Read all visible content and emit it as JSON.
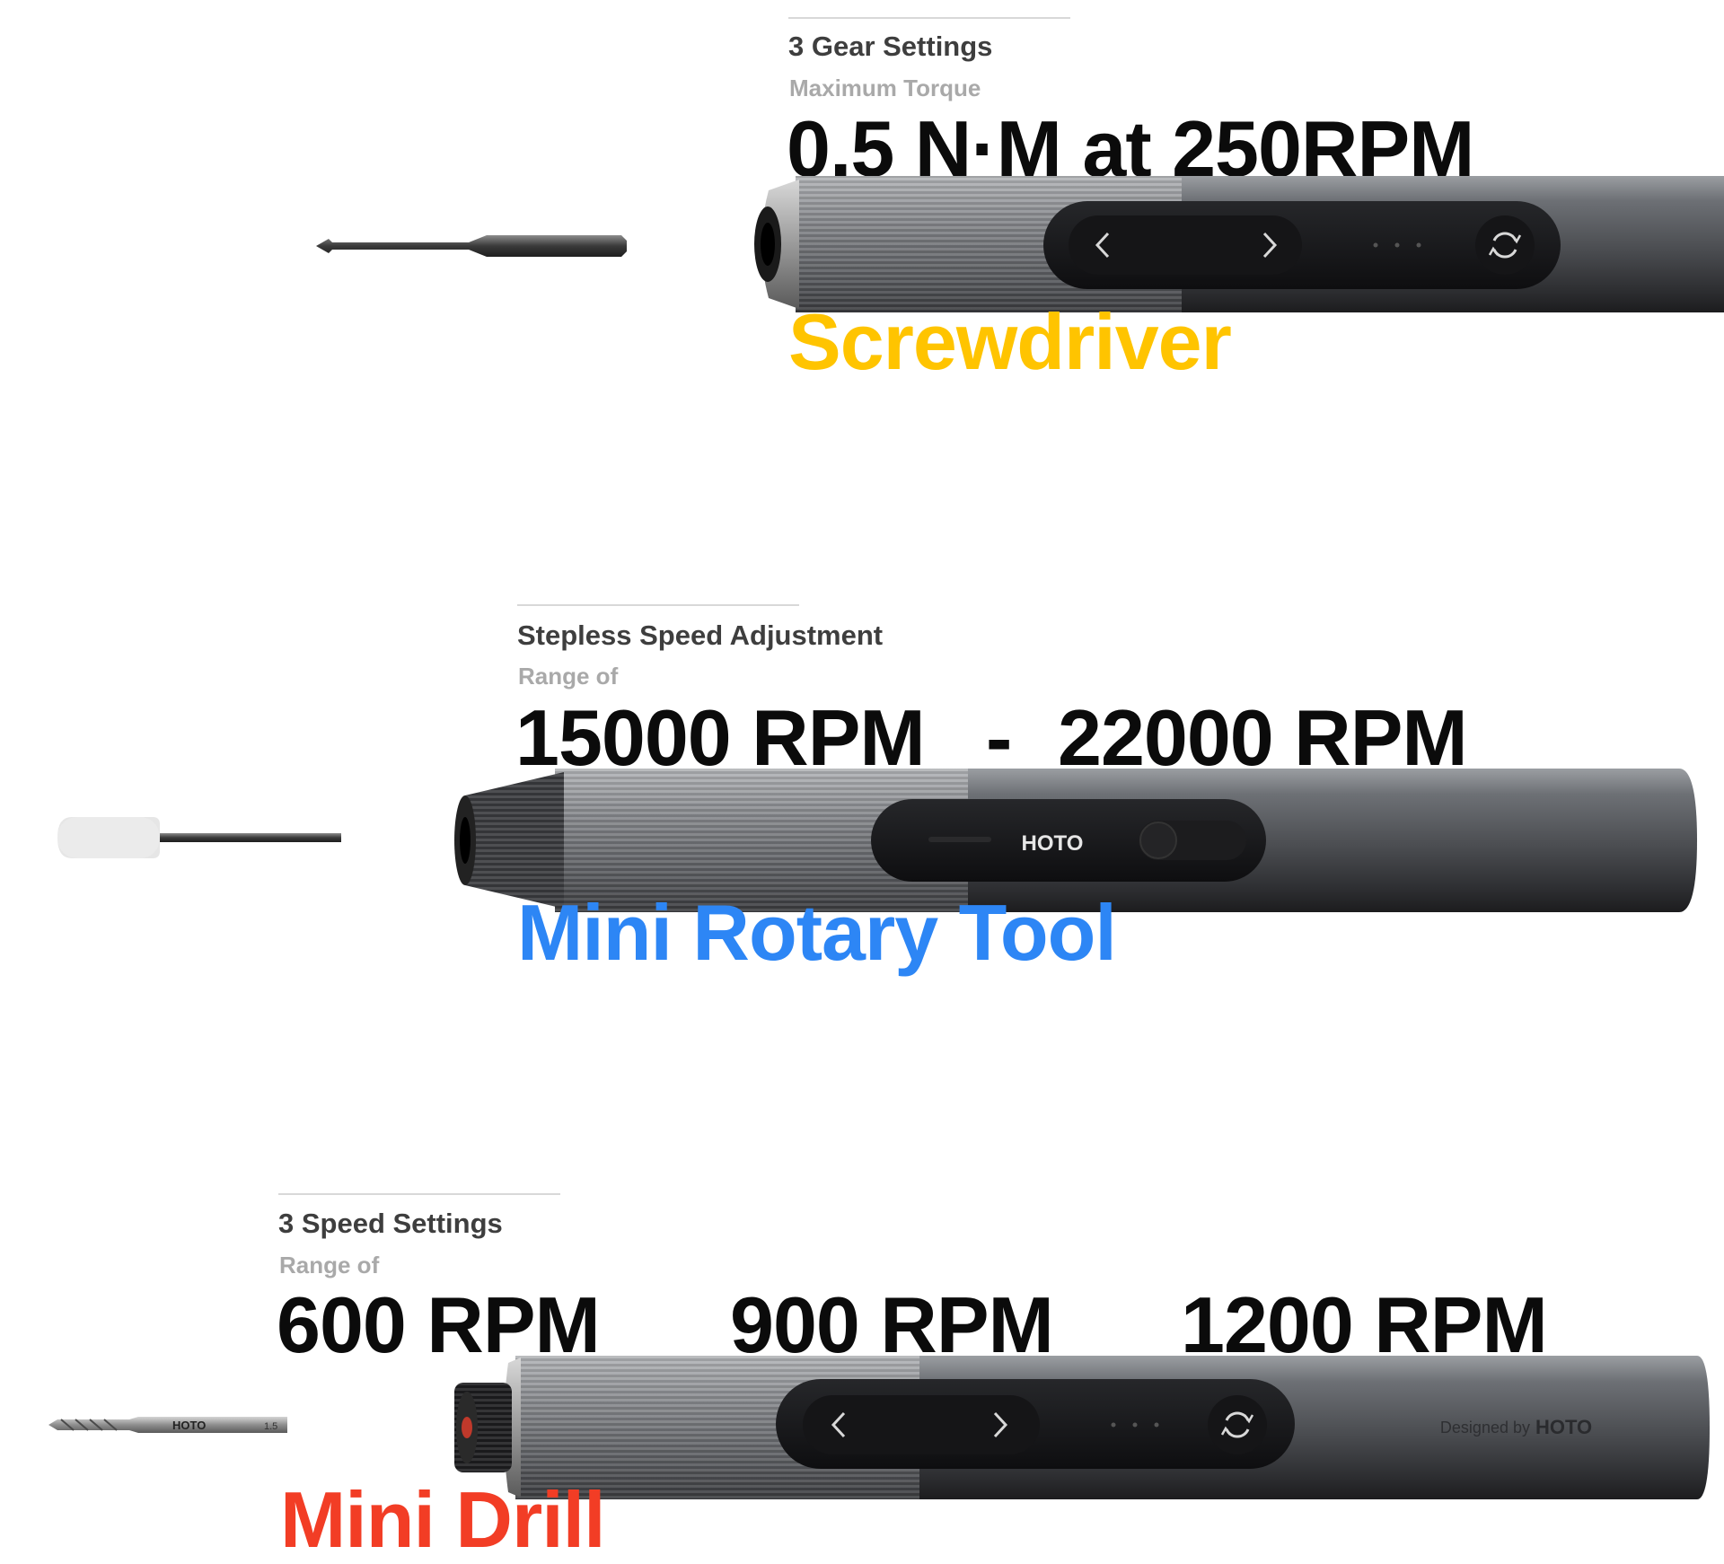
{
  "colors": {
    "screwdriver": "#ffc400",
    "rotary": "#2d86f5",
    "drill": "#f23d25"
  },
  "screwdriver": {
    "heading": "3 Gear Settings",
    "subheading": "Maximum Torque",
    "value": "0.5 N·M at 250RPM",
    "name": "Screwdriver"
  },
  "rotary": {
    "heading": "Stepless Speed Adjustment",
    "subheading": "Range of",
    "value_min": "15000 RPM",
    "separator": "-",
    "value_max": "22000 RPM",
    "brand": "HOTO",
    "name": "Mini Rotary Tool"
  },
  "drill": {
    "heading": "3 Speed Settings",
    "subheading": "Range of",
    "speeds": [
      "600 RPM",
      "900 RPM",
      "1200 RPM"
    ],
    "engraving_prefix": "Designed by",
    "engraving_brand": "HOTO",
    "bit_brand": "HOTO",
    "bit_size": "1.5",
    "name": "Mini Drill"
  },
  "icons": {
    "left": "chevron-left-icon",
    "right": "chevron-right-icon",
    "mode": "rotate-icon"
  }
}
